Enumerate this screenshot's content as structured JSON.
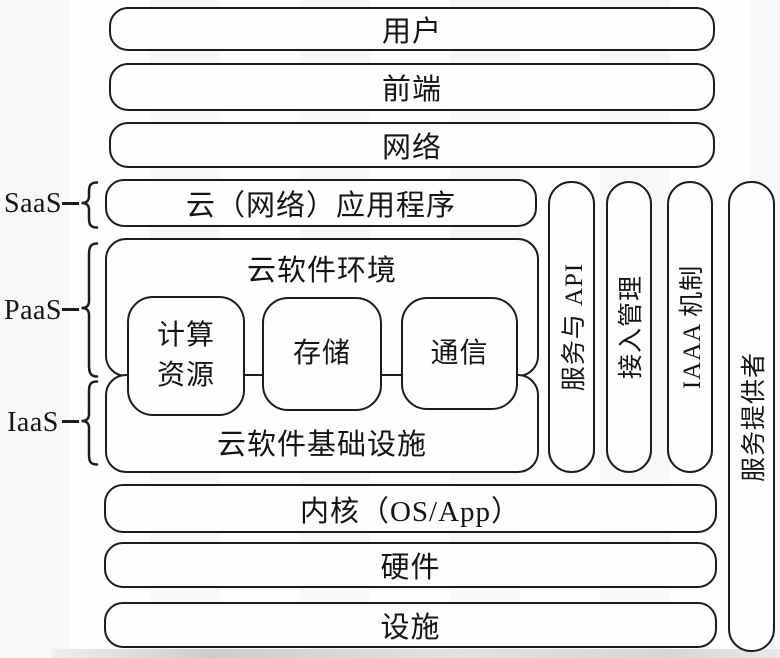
{
  "diagram": {
    "rows_top": [
      {
        "label": "用户"
      },
      {
        "label": "前端"
      },
      {
        "label": "网络"
      }
    ],
    "saas_app_box": {
      "label": "云（网络）应用程序"
    },
    "env_box": {
      "label": "云软件环境"
    },
    "inner_boxes": [
      {
        "line1": "计算",
        "line2": "资源"
      },
      {
        "line1": "存储",
        "line2": ""
      },
      {
        "line1": "通信",
        "line2": ""
      }
    ],
    "infra_box": {
      "label": "云软件基础设施"
    },
    "rows_bottom": [
      {
        "label": "内核（OS/App）"
      },
      {
        "label": "硬件"
      },
      {
        "label": "设施"
      }
    ],
    "side_labels": [
      {
        "label": "SaaS"
      },
      {
        "label": "PaaS"
      },
      {
        "label": "IaaS"
      }
    ],
    "columns": [
      {
        "label": "服务与 API"
      },
      {
        "label": "接入管理"
      },
      {
        "label": "IAAA 机制"
      },
      {
        "label": "服务提供者"
      }
    ],
    "colors": {
      "stroke": "#1c1c1c",
      "text": "#141414",
      "box_fill": "#fefefe",
      "background": "#fdfdfd"
    }
  }
}
